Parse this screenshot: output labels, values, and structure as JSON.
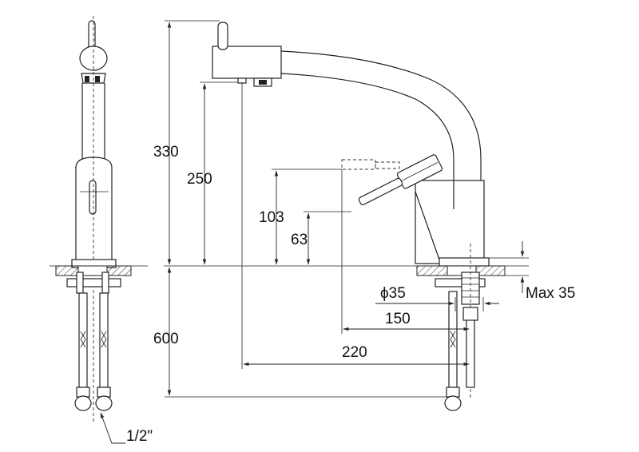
{
  "drawing": {
    "dimensions": {
      "spout_height": "330",
      "outlet_height": "250",
      "lever_height": "103",
      "handle_height": "63",
      "hose_length": "600",
      "body_diameter": "ϕ35",
      "max_thickness": "Max 35",
      "lever_reach": "150",
      "spout_reach": "220",
      "thread_size": "1/2\""
    }
  }
}
